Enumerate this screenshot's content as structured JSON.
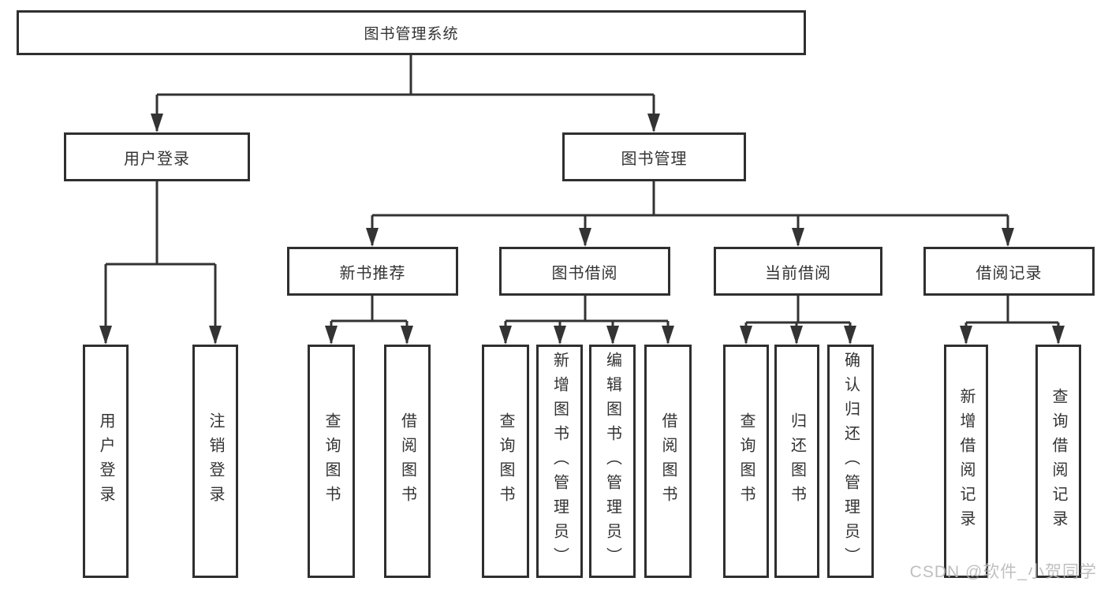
{
  "diagram": {
    "root": {
      "label": "图书管理系统"
    },
    "level2": [
      {
        "label": "用户登录"
      },
      {
        "label": "图书管理"
      }
    ],
    "level3": [
      {
        "label": "新书推荐"
      },
      {
        "label": "图书借阅"
      },
      {
        "label": "当前借阅"
      },
      {
        "label": "借阅记录"
      }
    ],
    "leaves": {
      "user_login": [
        {
          "label": "用户登录"
        },
        {
          "label": "注销登录"
        }
      ],
      "new_book": [
        {
          "label": "查询图书"
        },
        {
          "label": "借阅图书"
        }
      ],
      "book_borrow": [
        {
          "label": "查询图书"
        },
        {
          "label": "新增图书（管理员）"
        },
        {
          "label": "编辑图书（管理员）"
        },
        {
          "label": "借阅图书"
        }
      ],
      "current_borrow": [
        {
          "label": "查询图书"
        },
        {
          "label": "归还图书"
        },
        {
          "label": "确认归还（管理员）"
        }
      ],
      "borrow_record": [
        {
          "label": "新增借阅记录"
        },
        {
          "label": "查询借阅记录"
        }
      ]
    }
  },
  "watermark": {
    "text": "CSDN @软件_小贺同学"
  },
  "colors": {
    "line": "#333333",
    "border": "#2f2f2f",
    "text": "#333333",
    "box_fill": "#ffffff",
    "watermark": "#b9b9b9"
  }
}
